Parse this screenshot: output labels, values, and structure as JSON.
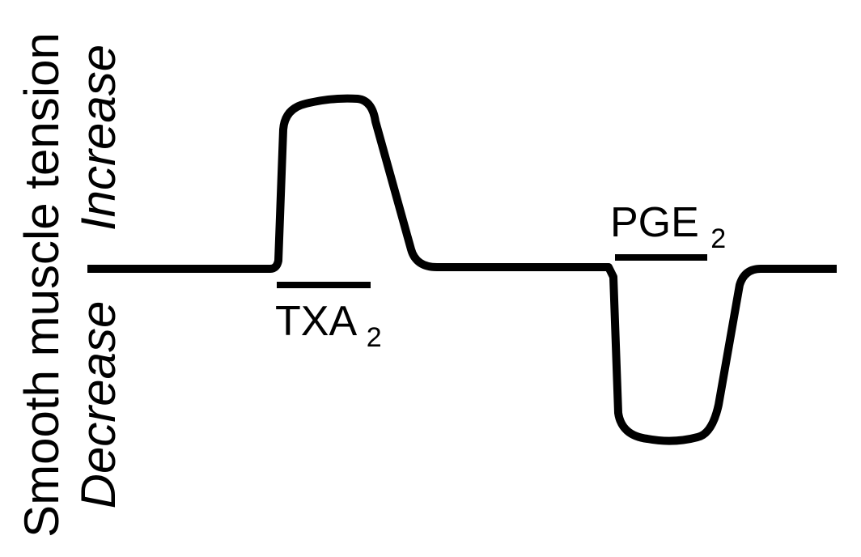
{
  "axis": {
    "title": "Smooth muscle tension",
    "increase_label": "Increase",
    "decrease_label": "Decrease"
  },
  "agents": [
    {
      "name": "TXA",
      "subscript": "2",
      "effect": "increase"
    },
    {
      "name": "PGE",
      "subscript": "2",
      "effect": "decrease"
    }
  ],
  "colors": {
    "line": "#000000",
    "background": "#ffffff"
  }
}
